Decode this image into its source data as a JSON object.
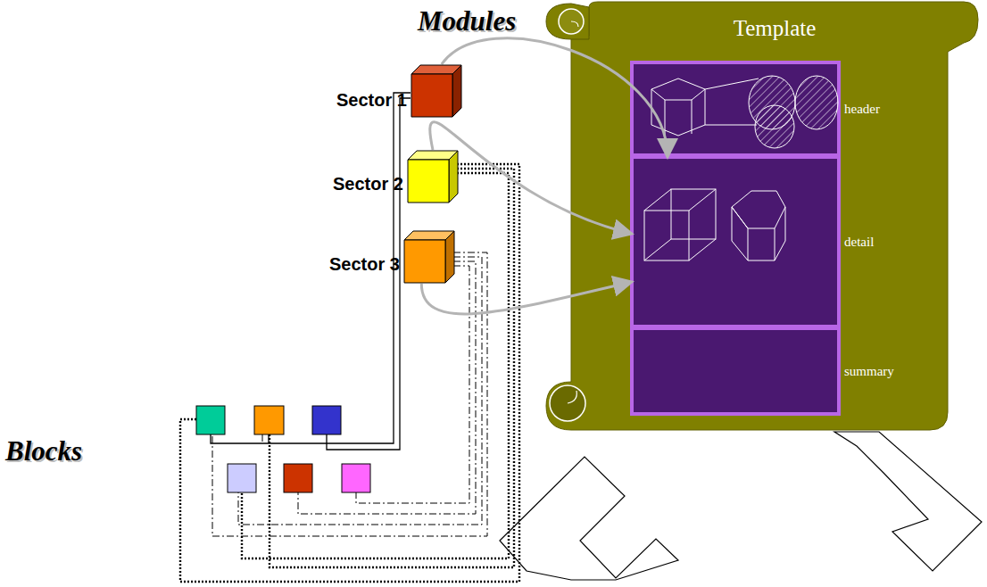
{
  "diagram": {
    "nodes": [
      {
        "text": [
          "Template"
        ]
      },
      {
        "text": [
          "header"
        ],
        "in": 0
      },
      {
        "text": [
          "detail"
        ],
        "in": 0
      },
      {
        "text": [
          "summary"
        ],
        "in": 0
      },
      {
        "text": [
          "Sector 1"
        ]
      },
      {
        "text": [
          "Sector 2"
        ]
      },
      {
        "text": [
          "Sector 3"
        ]
      }
    ],
    "edges": [
      {
        "from": 4,
        "to": 2,
        "arrow": "to"
      },
      {
        "from": 5,
        "to": 2,
        "arrow": "to"
      },
      {
        "from": 6,
        "to": 2,
        "arrow": "to"
      }
    ],
    "labels": [
      "Modules",
      "Blocks"
    ]
  }
}
